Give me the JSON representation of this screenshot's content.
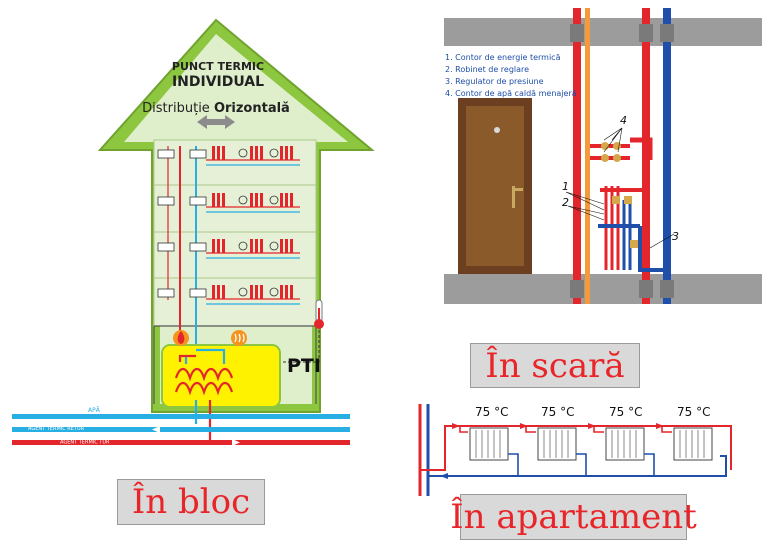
{
  "bloc": {
    "arrow_title_line1": "PUNCT TERMIC",
    "arrow_title_line2": "INDIVIDUAL",
    "distribution_prefix": "Distribuție ",
    "distribution_bold": "Orizontală",
    "pti_label": "PTI",
    "pipe_apa": "APĂ",
    "pipe_retur": "AGENT TERMIC RETUR",
    "pipe_tur": "AGENT TERMIC TUR",
    "caption": "În bloc"
  },
  "scara": {
    "legend": [
      "1. Contor de energie termică",
      "2. Robinet de reglare",
      "3. Regulator de presiune",
      "4. Contor de apă caldă menajeră"
    ],
    "callouts": [
      "1",
      "2",
      "3",
      "4"
    ],
    "caption": "În scară"
  },
  "apartament": {
    "temperatures": [
      "75 °C",
      "75 °C",
      "75 °C",
      "75 °C"
    ],
    "caption": "În apartament"
  },
  "colors": {
    "green": "#8dc63f",
    "green_light": "#dfeecb",
    "red": "#e3262b",
    "blue": "#1f4fa8",
    "cyan": "#27aee2",
    "pti_yellow": "#fff200",
    "caption_text": "#e8262a"
  }
}
